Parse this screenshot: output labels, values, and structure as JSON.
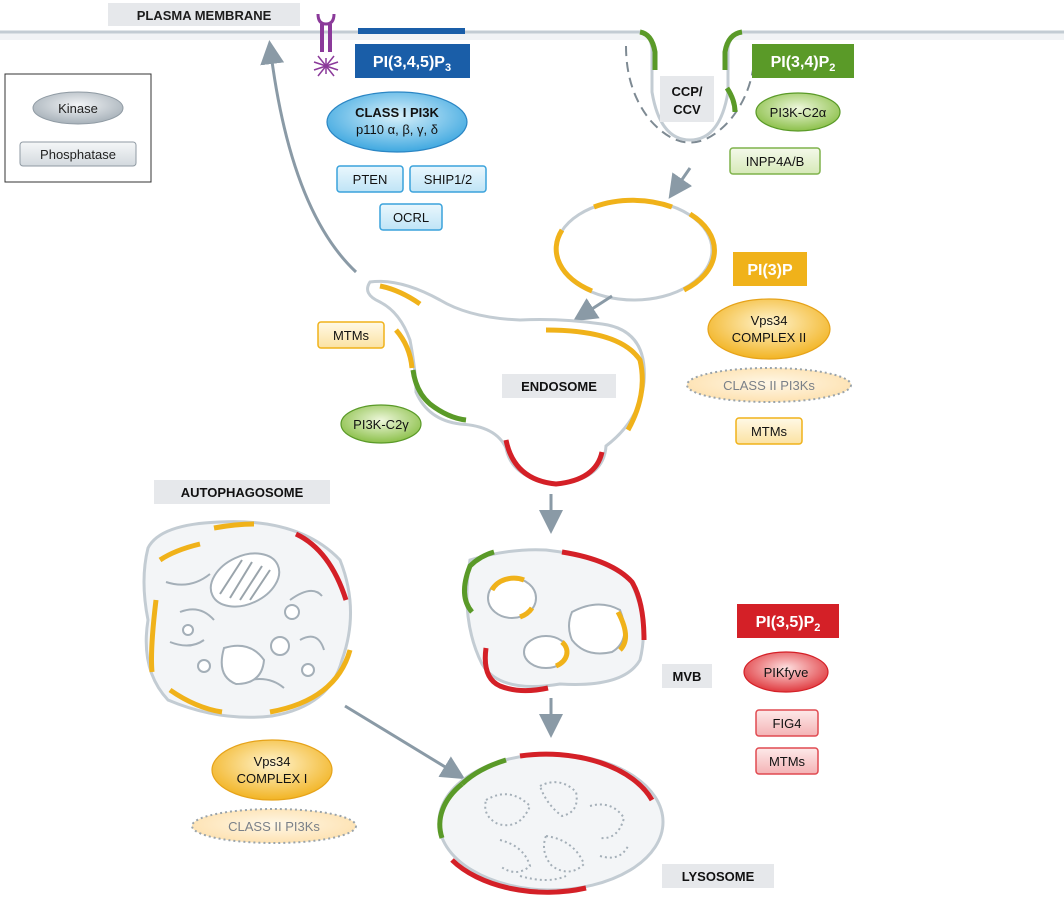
{
  "colors": {
    "pi345p3": "#1a5ea8",
    "pi34p2": "#5a9a28",
    "pi3p": "#f0b21a",
    "pi35p2": "#d42027",
    "kinase_fill_blue": "#7ec8ee",
    "label_bg": "#e6e8eb",
    "membrane": "#c3ccd3",
    "arrow": "#8a9aa6"
  },
  "legend": {
    "kinase": "Kinase",
    "phosphatase": "Phosphatase"
  },
  "compartments": {
    "plasma_membrane": "PLASMA MEMBRANE",
    "ccp": {
      "line1": "CCP/",
      "line2": "CCV"
    },
    "endosome": "ENDOSOME",
    "autophagosome": "AUTOPHAGOSOME",
    "mvb": "MVB",
    "lysosome": "LYSOSOME"
  },
  "lipids": {
    "pi345p3": {
      "main": "PI(3,4,5)P",
      "sub": "3"
    },
    "pi34p2": {
      "main": "PI(3,4)P",
      "sub": "2"
    },
    "pi3p": {
      "main": "PI(3)P"
    },
    "pi35p2": {
      "main": "PI(3,5)P",
      "sub": "2"
    }
  },
  "enzymes": {
    "class1_pi3k": {
      "line1": "CLASS I PI3K",
      "line2": "p110 α, β, γ, δ"
    },
    "pten": "PTEN",
    "ship12": "SHIP1/2",
    "ocrl": "OCRL",
    "pi3k_c2a": "PI3K-C2α",
    "inpp4ab": "INPP4A/B",
    "vps34_c2": {
      "line1": "Vps34",
      "line2": "COMPLEX II"
    },
    "class2_pi3ks_right": "CLASS II PI3Ks",
    "mtms_right": "MTMs",
    "mtms_left": "MTMs",
    "pi3k_c2g": "PI3K-C2γ",
    "vps34_c1": {
      "line1": "Vps34",
      "line2": "COMPLEX I"
    },
    "class2_pi3ks_left": "CLASS II PI3Ks",
    "pikfyve": "PIKfyve",
    "fig4": "FIG4",
    "mtms_red": "MTMs"
  }
}
